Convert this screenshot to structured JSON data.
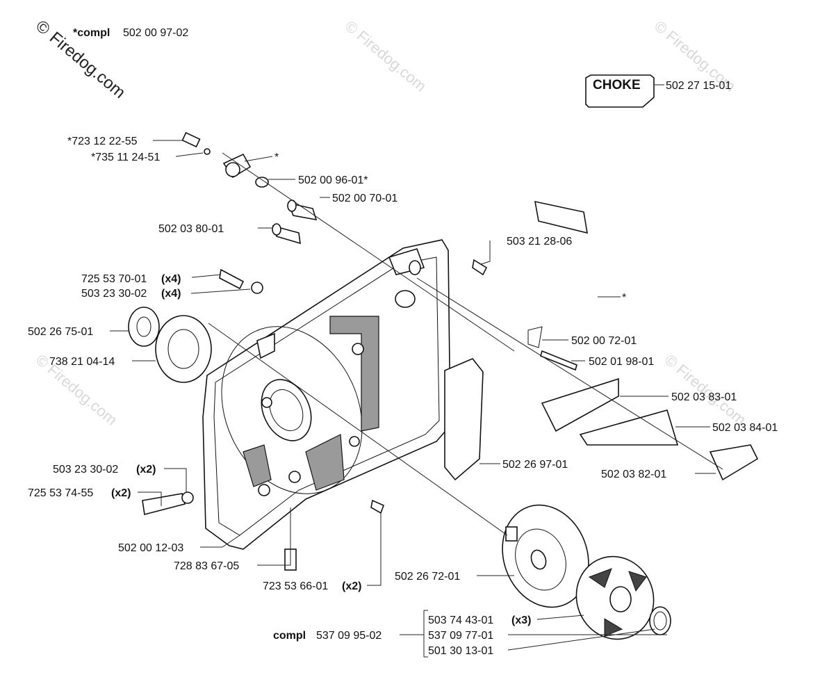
{
  "watermark": {
    "copyright_symbol": "©",
    "text": "Firedog.com",
    "brand_color": "#d8d8d8"
  },
  "header": {
    "compl_prefix": "*compl",
    "compl_number": "502 00 97-02"
  },
  "choke": {
    "label": "CHOKE",
    "part_number": "502 27 15-01"
  },
  "part_labels": [
    {
      "id": "p1",
      "number": "*723 12 22-55",
      "qty": ""
    },
    {
      "id": "p2",
      "number": "*735 11 24-51",
      "qty": ""
    },
    {
      "id": "p3",
      "number": "*",
      "qty": ""
    },
    {
      "id": "p4",
      "number": "502 00 96-01*",
      "qty": ""
    },
    {
      "id": "p5",
      "number": "502 00 70-01",
      "qty": ""
    },
    {
      "id": "p6",
      "number": "502 03 80-01",
      "qty": ""
    },
    {
      "id": "p7",
      "number": "503 21 28-06",
      "qty": ""
    },
    {
      "id": "p8",
      "number": "725 53 70-01",
      "qty": "(x4)"
    },
    {
      "id": "p9",
      "number": "503 23 30-02",
      "qty": "(x4)"
    },
    {
      "id": "p10",
      "number": "*",
      "qty": ""
    },
    {
      "id": "p11",
      "number": "502 26 75-01",
      "qty": ""
    },
    {
      "id": "p12",
      "number": "502 00 72-01",
      "qty": ""
    },
    {
      "id": "p13",
      "number": "738 21 04-14",
      "qty": ""
    },
    {
      "id": "p14",
      "number": "502 01 98-01",
      "qty": ""
    },
    {
      "id": "p15",
      "number": "502 03 83-01",
      "qty": ""
    },
    {
      "id": "p16",
      "number": "502 03 84-01",
      "qty": ""
    },
    {
      "id": "p17",
      "number": "502 26 97-01",
      "qty": ""
    },
    {
      "id": "p18",
      "number": "503 23 30-02",
      "qty": "(x2)"
    },
    {
      "id": "p19",
      "number": "502 03 82-01",
      "qty": ""
    },
    {
      "id": "p20",
      "number": "725 53 74-55",
      "qty": "(x2)"
    },
    {
      "id": "p21",
      "number": "502 00 12-03",
      "qty": ""
    },
    {
      "id": "p22",
      "number": "728 83 67-05",
      "qty": ""
    },
    {
      "id": "p23",
      "number": "723 53 66-01",
      "qty": "(x2)"
    },
    {
      "id": "p24",
      "number": "502 26 72-01",
      "qty": ""
    },
    {
      "id": "p25",
      "number": "503 74 43-01",
      "qty": "(x3)"
    },
    {
      "id": "p26",
      "number": "537 09 77-01",
      "qty": ""
    },
    {
      "id": "p27",
      "number": "501 30 13-01",
      "qty": ""
    }
  ],
  "clutch_group": {
    "compl_prefix": "compl",
    "compl_number": "537 09 95-02"
  }
}
